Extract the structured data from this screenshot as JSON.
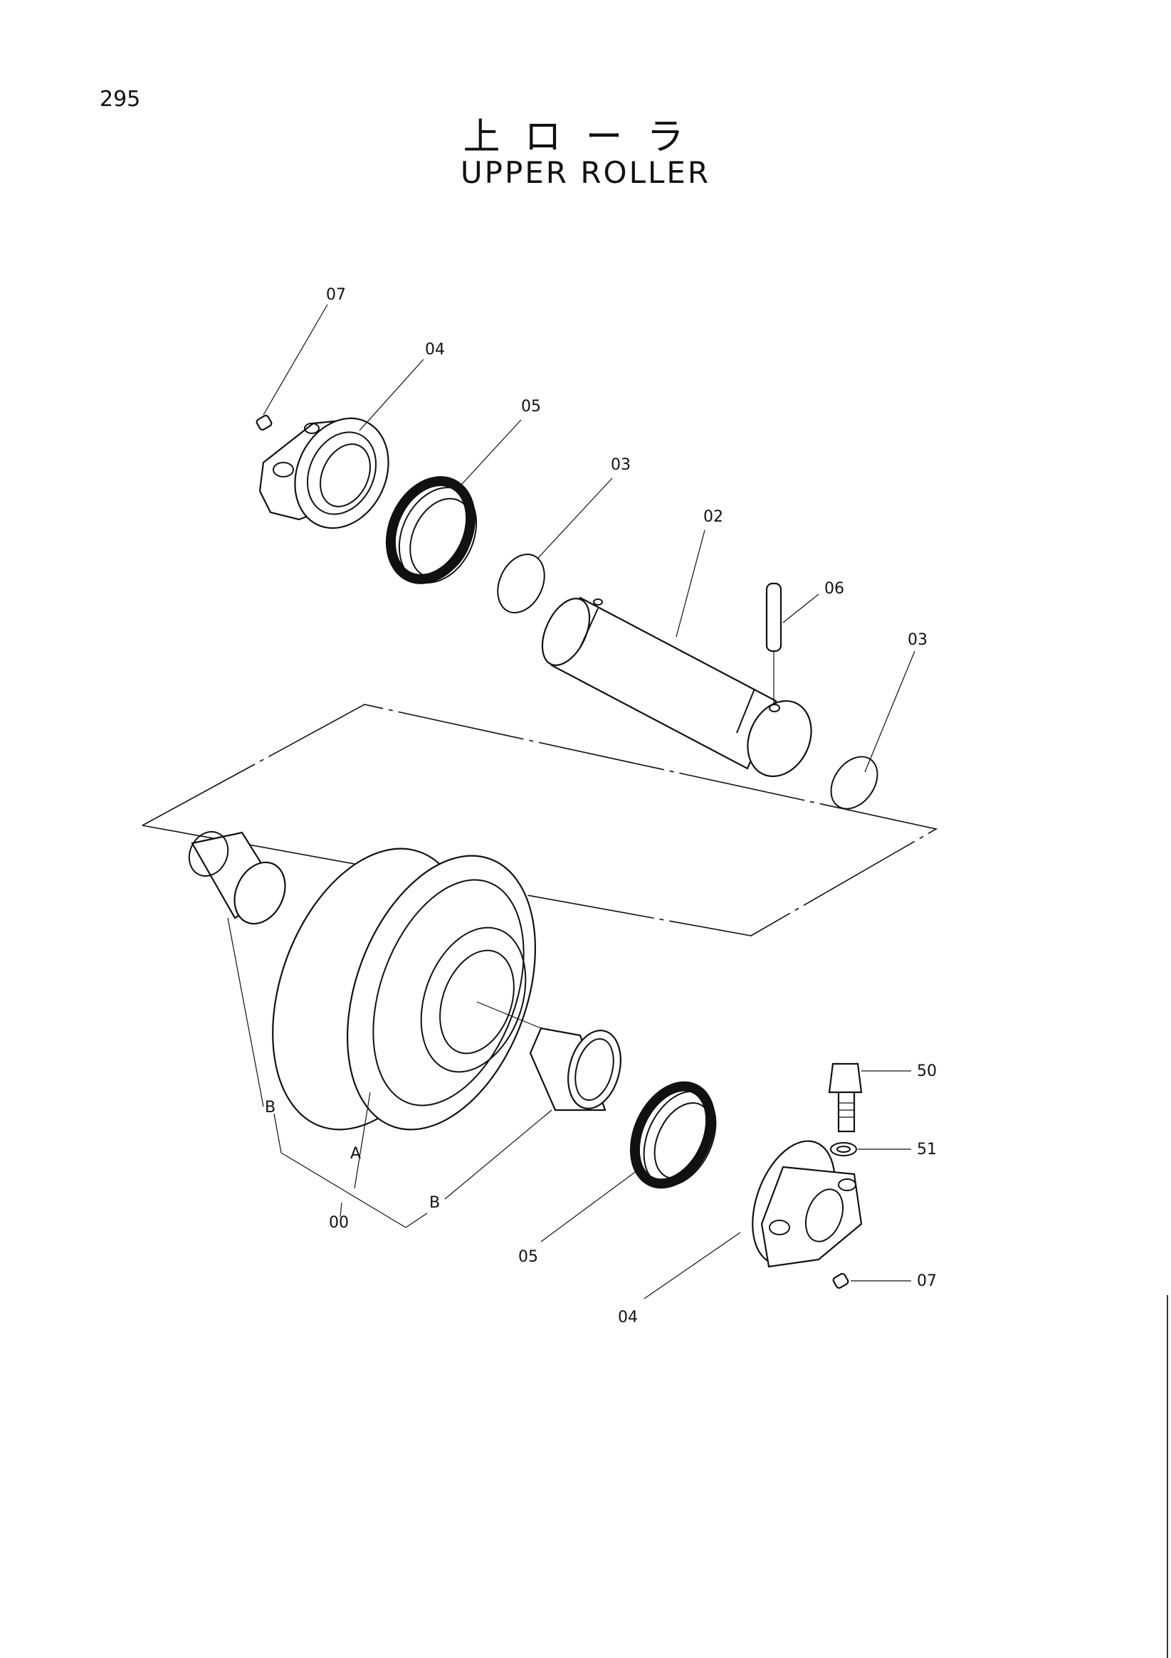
{
  "page": {
    "number": "295"
  },
  "title": {
    "japanese": "上ローラ",
    "english": "UPPER ROLLER"
  },
  "callouts": {
    "c07_top": "07",
    "c04_top": "04",
    "c05_top": "05",
    "c03_top": "03",
    "c02": "02",
    "c06": "06",
    "c03_right": "03",
    "c50": "50",
    "c51": "51",
    "c07_bottom": "07",
    "c04_bottom": "04",
    "c05_bottom": "05",
    "c00": "00",
    "cA": "A",
    "cB_left": "B",
    "cB_bottom": "B"
  }
}
